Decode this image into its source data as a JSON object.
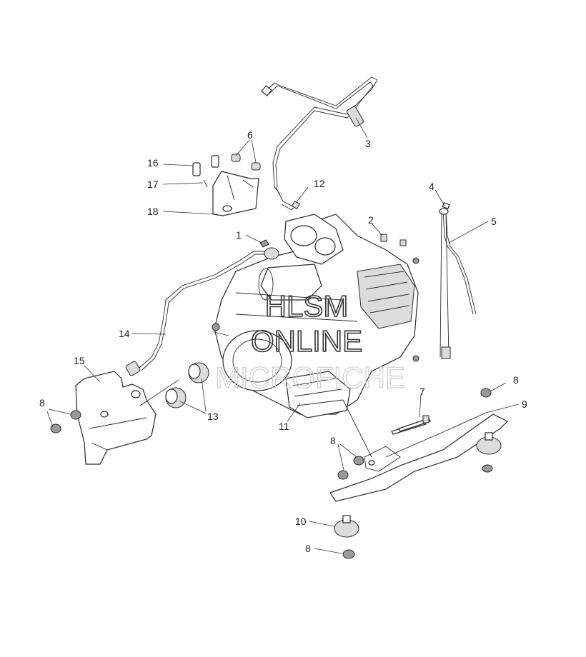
{
  "diagram": {
    "callouts": {
      "c1": "1",
      "c2": "2",
      "c3": "3",
      "c4": "4",
      "c5": "5",
      "c6": "6",
      "c7": "7",
      "c8a": "8",
      "c8b": "8",
      "c8c": "8",
      "c8d": "8",
      "c9": "9",
      "c10": "10",
      "c11": "11",
      "c12": "12",
      "c13": "13",
      "c14": "14",
      "c15": "15",
      "c16": "16",
      "c17": "17",
      "c18": "18"
    }
  },
  "watermark": {
    "line1": "HLSM",
    "line2": "ONLINE",
    "line3": "MICROFICHE"
  }
}
